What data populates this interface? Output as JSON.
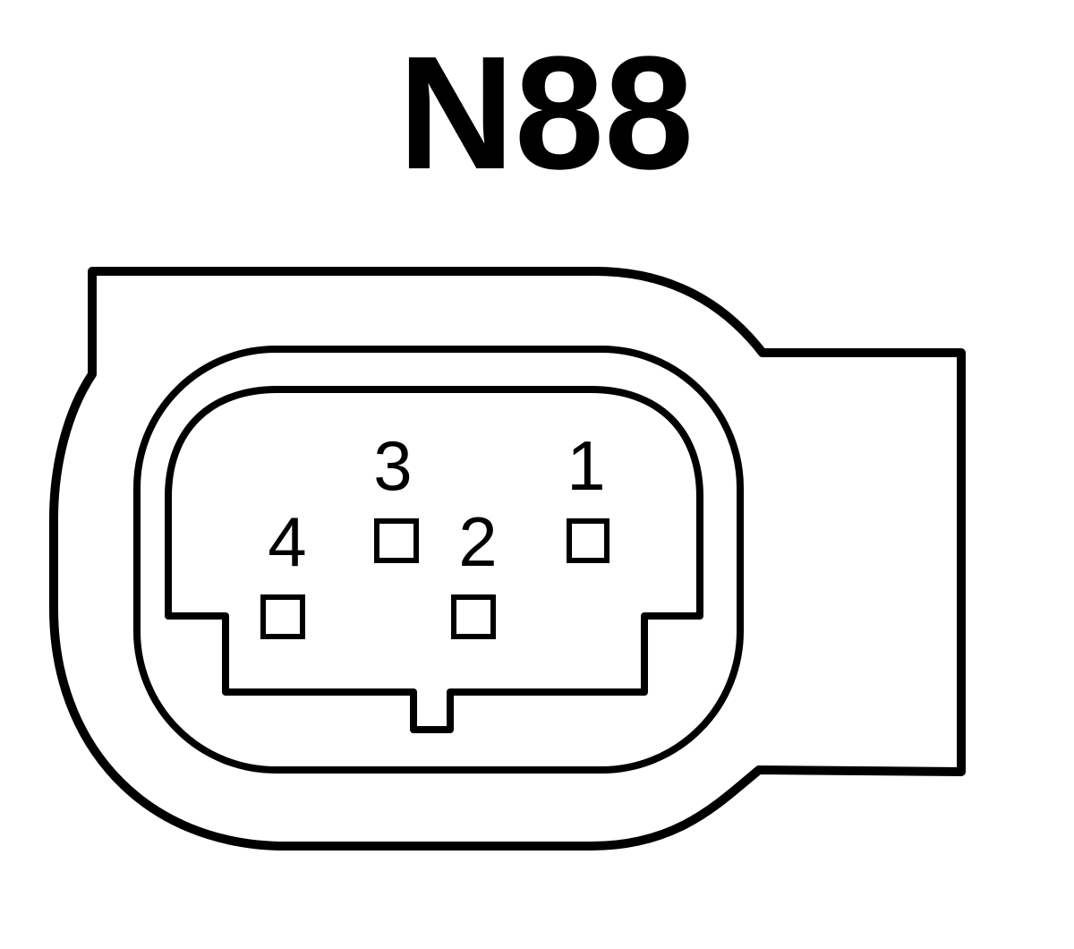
{
  "connector": {
    "title": "N88",
    "ink_color": "#000000",
    "background_color": "#ffffff"
  },
  "pins": [
    {
      "number": "1"
    },
    {
      "number": "2"
    },
    {
      "number": "3"
    },
    {
      "number": "4"
    }
  ]
}
